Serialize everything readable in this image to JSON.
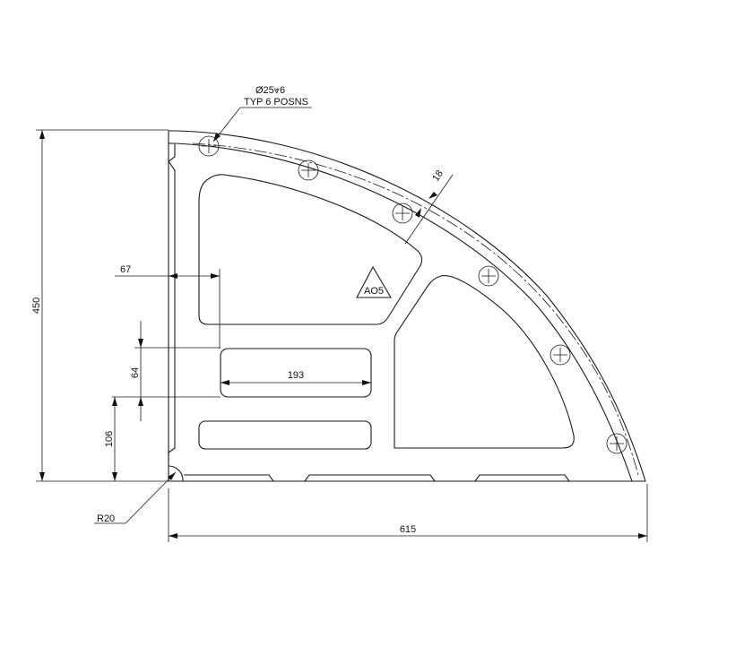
{
  "drawing": {
    "hole_callout": {
      "line1": "Ø25⩔6",
      "line2": "TYP 6 POSNS"
    },
    "dimensions": {
      "height_overall": "450",
      "width_overall": "615",
      "rim_width": "18",
      "left_offset": "67",
      "slot_height": "64",
      "slot_length": "193",
      "bottom_offset": "106",
      "corner_radius": "R20"
    },
    "marker": "AO5"
  }
}
